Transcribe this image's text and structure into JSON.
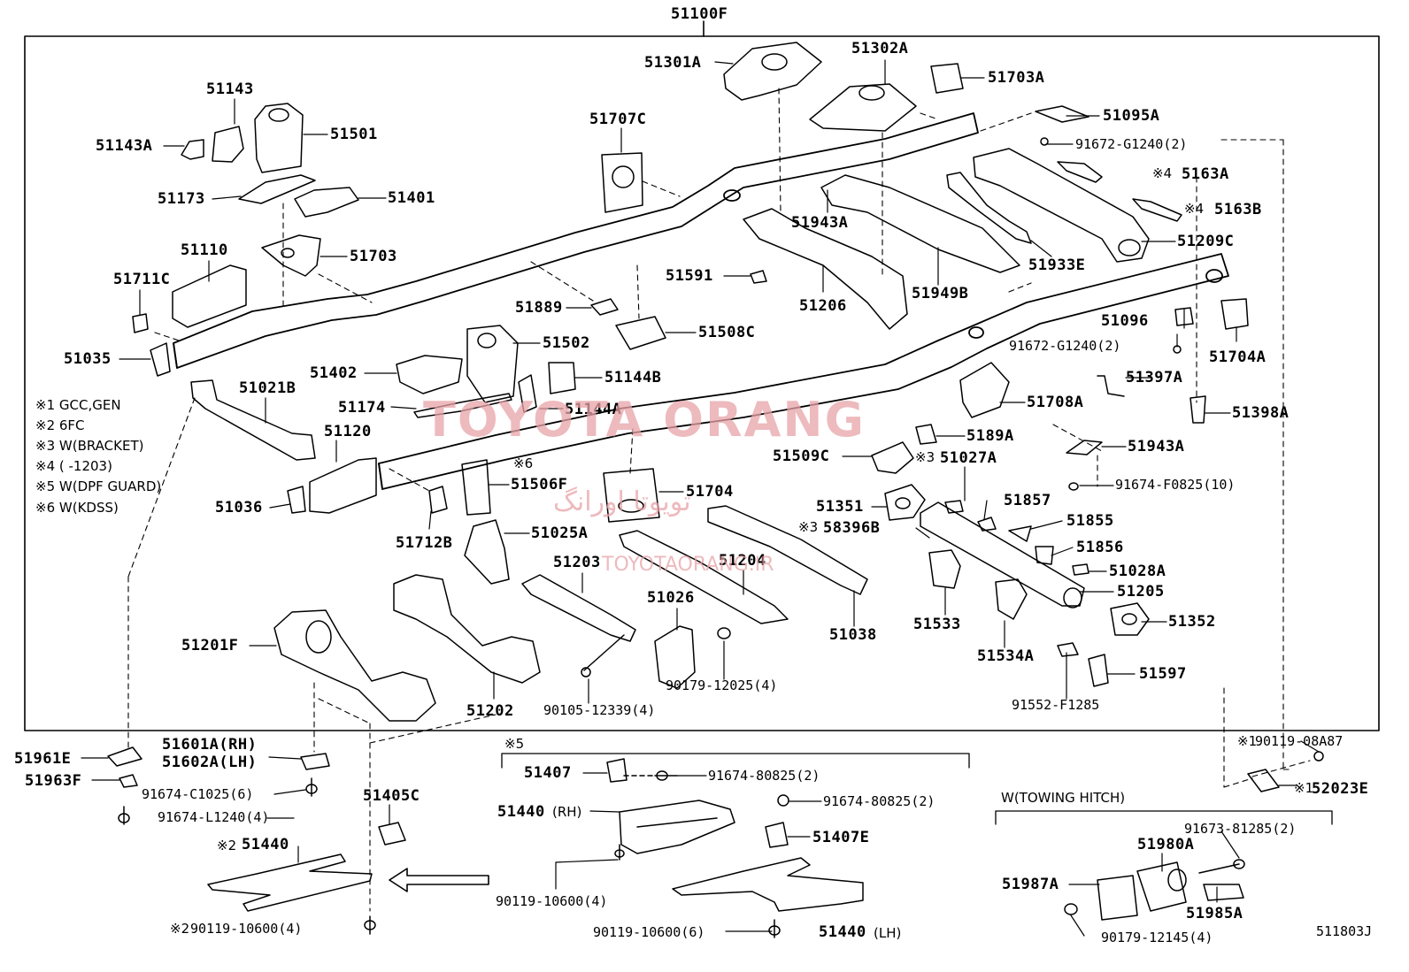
{
  "diagram": {
    "main_assembly": "51100F",
    "diagram_code": "511803J",
    "towing_hitch_title": "W(TOWING HITCH)",
    "dpf_guard_mark": "※5"
  },
  "notes": [
    "※1 GCC,GEN",
    "※2 6FC",
    "※3 W(BRACKET)",
    "※4 (      -1203)",
    "※5 W(DPF GUARD)",
    "※6 W(KDSS)"
  ],
  "watermark": {
    "text": "TOYOTA ORANG",
    "persian": "تویوتا اورانگ",
    "url": "TOYOTAORANG.IR"
  },
  "parts": {
    "p51143": "51143",
    "p51143A": "51143A",
    "p51501": "51501",
    "p51173": "51173",
    "p51401": "51401",
    "p51110": "51110",
    "p51703": "51703",
    "p51711C": "51711C",
    "p51035": "51035",
    "p51021B": "51021B",
    "p51120": "51120",
    "p51036": "51036",
    "p51301A": "51301A",
    "p51302A": "51302A",
    "p51703A": "51703A",
    "p51095A": "51095A",
    "p91672_G1240_a": "91672-G1240(2)",
    "p5163A": "5163A",
    "p5163A_mark": "※4",
    "p5163B": "5163B",
    "p5163B_mark": "※4",
    "p51209C": "51209C",
    "p51707C": "51707C",
    "p51943A_top": "51943A",
    "p51933E": "51933E",
    "p51591": "51591",
    "p51206": "51206",
    "p51949B": "51949B",
    "p51889": "51889",
    "p51508C": "51508C",
    "p51502": "51502",
    "p51402": "51402",
    "p51144B": "51144B",
    "p51174": "51174",
    "p51144A": "51144A",
    "p51096": "51096",
    "p91672_G1240_b": "91672-G1240(2)",
    "p51704A": "51704A",
    "p51397A": "51397A",
    "p51398A": "51398A",
    "p51708A": "51708A",
    "p5189A": "5189A",
    "p51943A_mid": "51943A",
    "p51509C": "51509C",
    "p51027A": "51027A",
    "p51027A_mark": "※3",
    "p91674_F0825": "91674-F0825(10)",
    "p51506F": "51506F",
    "p51506F_mark": "※6",
    "p51704": "51704",
    "p51351": "51351",
    "p51857": "51857",
    "p58396B": "58396B",
    "p58396B_mark": "※3",
    "p51855": "51855",
    "p51712B": "51712B",
    "p51025A": "51025A",
    "p51856": "51856",
    "p51203": "51203",
    "p51204": "51204",
    "p51028A": "51028A",
    "p51205": "51205",
    "p51026": "51026",
    "p51038": "51038",
    "p51533": "51533",
    "p51352": "51352",
    "p51201F": "51201F",
    "p51534A": "51534A",
    "p51597": "51597",
    "p90179_12025": "90179-12025(4)",
    "p91552_F1285": "91552-F1285",
    "p51202": "51202",
    "p90105_12339": "90105-12339(4)",
    "p90119_08A87": "90119-08A87",
    "p90119_08A87_mark": "※1",
    "p52023E": "52023E",
    "p52023E_mark": "※1",
    "p51961E": "51961E",
    "p51601A": "51601A(RH)",
    "p51602A": "51602A(LH)",
    "p51963F": "51963F",
    "p91674_C1025": "91674-C1025(6)",
    "p91674_L1240": "91674-L1240(4)",
    "p51405C": "51405C",
    "p51440_6fc": "51440",
    "p51440_6fc_mark": "※2",
    "p90119_10600_a": "90119-10600(4)",
    "p90119_10600_a_mark": "※2",
    "p51407": "51407",
    "p91674_80825_a": "91674-80825(2)",
    "p51440_rh": "51440",
    "p51440_rh_suffix": "(RH)",
    "p91674_80825_b": "91674-80825(2)",
    "p51407E": "51407E",
    "p90119_10600_b": "90119-10600(4)",
    "p90119_10600_c": "90119-10600(6)",
    "p51440_lh": "51440",
    "p51440_lh_suffix": "(LH)",
    "p91673_81285": "91673-81285(2)",
    "p51980A": "51980A",
    "p51987A": "51987A",
    "p51985A": "51985A",
    "p90179_12145": "90179-12145(4)"
  }
}
